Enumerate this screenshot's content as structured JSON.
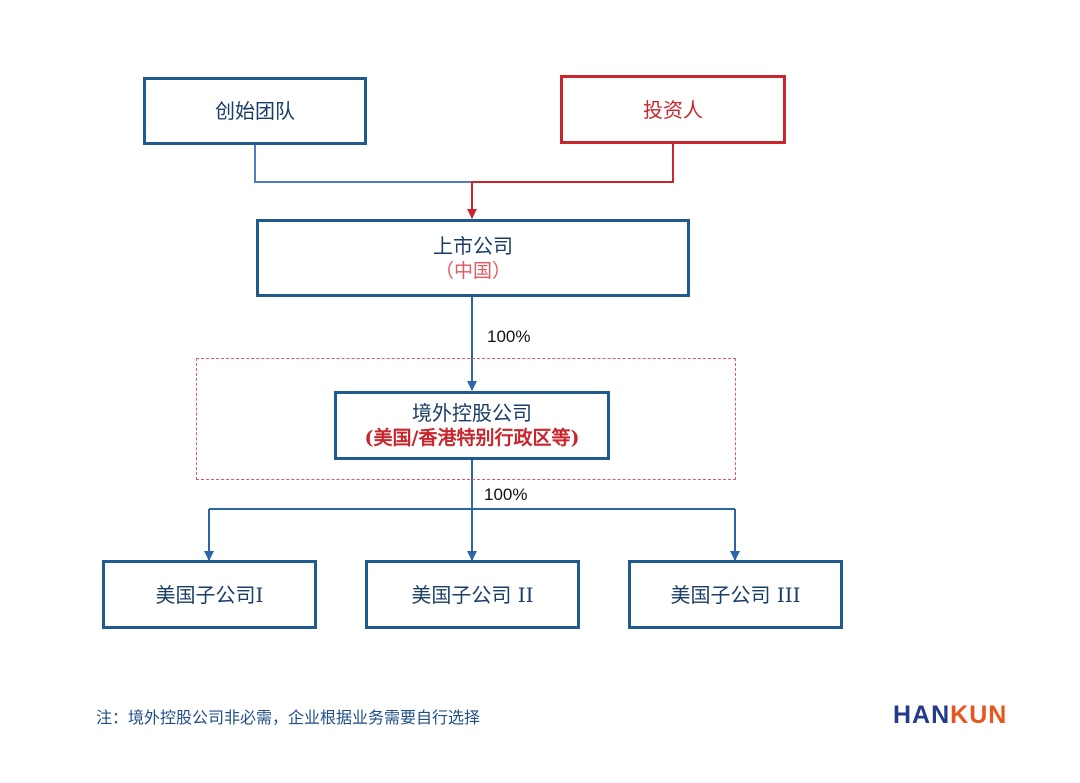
{
  "nodes": {
    "founding_team": "创始团队",
    "investors": "投资人",
    "listed_company": {
      "name": "上市公司",
      "region": "（中国）"
    },
    "offshore_holding": {
      "name": "境外控股公司",
      "region": "(美国/香港特别行政区等)"
    },
    "us_subsidiaries": [
      "美国子公司I",
      "美国子公司 II",
      "美国子公司 III"
    ]
  },
  "ownership": {
    "listed_to_offshore": "100%",
    "offshore_to_subsidiaries": "100%"
  },
  "footnote": "注：境外控股公司非必需，企业根据业务需要自行选择",
  "logo": {
    "part1": "HAN",
    "part2": "KUN"
  },
  "colors": {
    "blue": "#1f5b8e",
    "red": "#c8262c",
    "light_red": "#e05a5f",
    "logo_blue": "#233a8a",
    "logo_orange": "#e8561f"
  }
}
